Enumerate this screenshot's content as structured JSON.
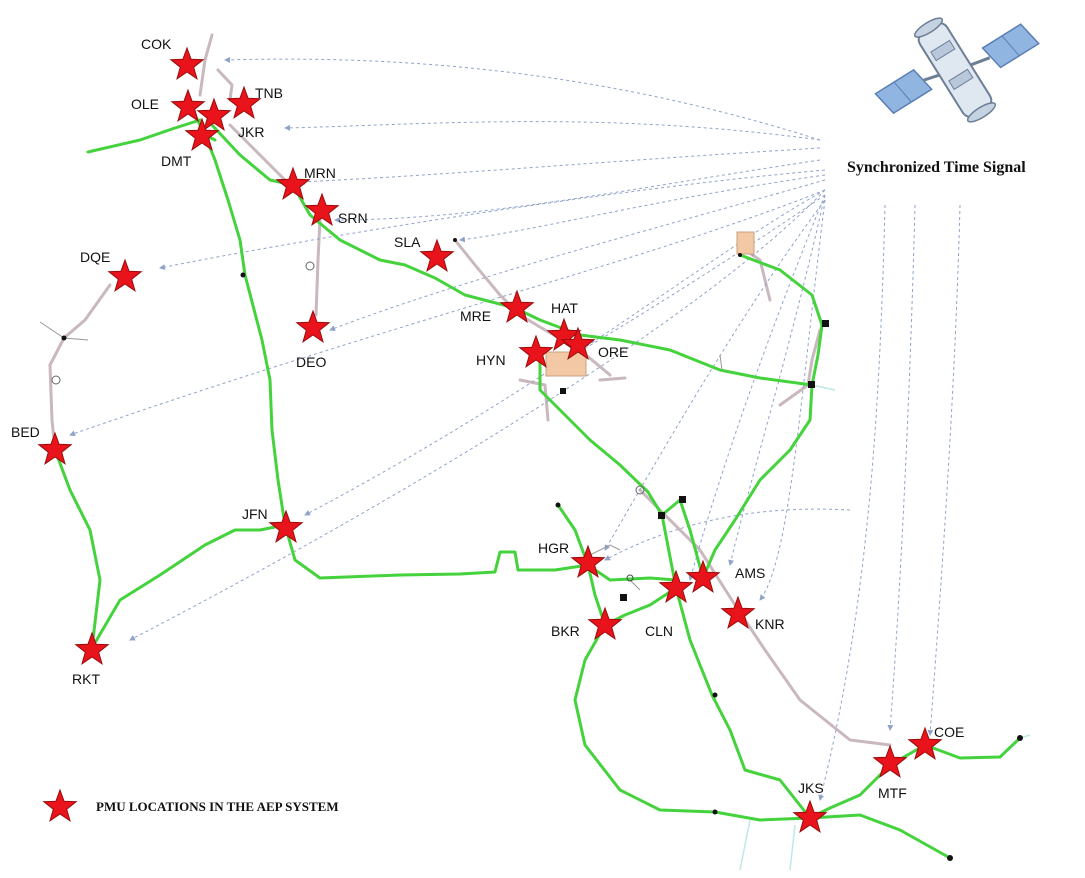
{
  "signal_label": "Synchronized Time Signal",
  "legend_label": "PMU LOCATIONS IN THE AEP SYSTEM",
  "icons": {
    "signal_source": "satellite-icon",
    "pmu": "red-star-icon"
  },
  "colors": {
    "line": "#44d33c",
    "signal_arrow": "#8fa3c8",
    "star": "#e8131b",
    "star_stroke": "#9a0c0c",
    "secondary_line": "#c9b8bd",
    "substation_fill": "#f3c9a5"
  },
  "pmus": [
    {
      "id": "COK"
    },
    {
      "id": "OLE"
    },
    {
      "id": "TNB"
    },
    {
      "id": "JKR"
    },
    {
      "id": "DMT"
    },
    {
      "id": "MRN"
    },
    {
      "id": "SRN"
    },
    {
      "id": "SLA"
    },
    {
      "id": "DQE"
    },
    {
      "id": "DEO"
    },
    {
      "id": "MRE"
    },
    {
      "id": "HAT"
    },
    {
      "id": "HYN"
    },
    {
      "id": "ORE"
    },
    {
      "id": "BED"
    },
    {
      "id": "JFN"
    },
    {
      "id": "HGR"
    },
    {
      "id": "AMS"
    },
    {
      "id": "CLN"
    },
    {
      "id": "BKR"
    },
    {
      "id": "KNR"
    },
    {
      "id": "RKT"
    },
    {
      "id": "COE"
    },
    {
      "id": "MTF"
    },
    {
      "id": "JKS"
    }
  ]
}
